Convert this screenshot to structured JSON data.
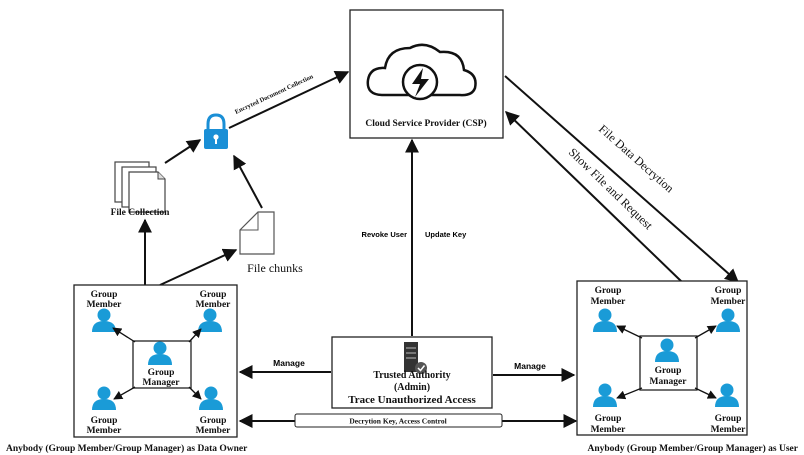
{
  "nodes": {
    "csp": {
      "label": "Cloud Service Provider (CSP)"
    },
    "file_collection": {
      "label": "File Collection"
    },
    "file_chunks": {
      "label": "File chunks"
    },
    "trusted_authority": {
      "line1": "Trusted Authority",
      "line2": "(Admin)",
      "line3": "Trace Unauthorized Access"
    },
    "left_group": {
      "caption": "Anybody (Group Member/Group Manager) as Data Owner",
      "member_line1": "Group",
      "member_line2": "Member",
      "manager_line1": "Group",
      "manager_line2": "Manager"
    },
    "right_group": {
      "caption": "Anybody (Group Member/Group Manager) as User",
      "member_line1": "Group",
      "member_line2": "Member",
      "manager_line1": "Group",
      "manager_line2": "Manager"
    }
  },
  "edges": {
    "encrypted_collection": "Encryted Document Collection",
    "file_data_decryption": "File Data Decrytion",
    "show_file_request": "Show File and Request",
    "revoke_user": "Revoke User",
    "update_key": "Update Key",
    "manage_left": "Manage",
    "manage_right": "Manage",
    "decryption_key": "Decrytion Key, Access Control"
  },
  "icons": {
    "cloud": "cloud-lightning-icon",
    "lock": "padlock-icon",
    "documents": "document-stack-icon",
    "file": "file-icon",
    "server": "server-check-icon",
    "person": "person-icon"
  },
  "colors": {
    "person": "#1a9bd7",
    "lock": "#1a8fd6",
    "lines": "#111111"
  }
}
